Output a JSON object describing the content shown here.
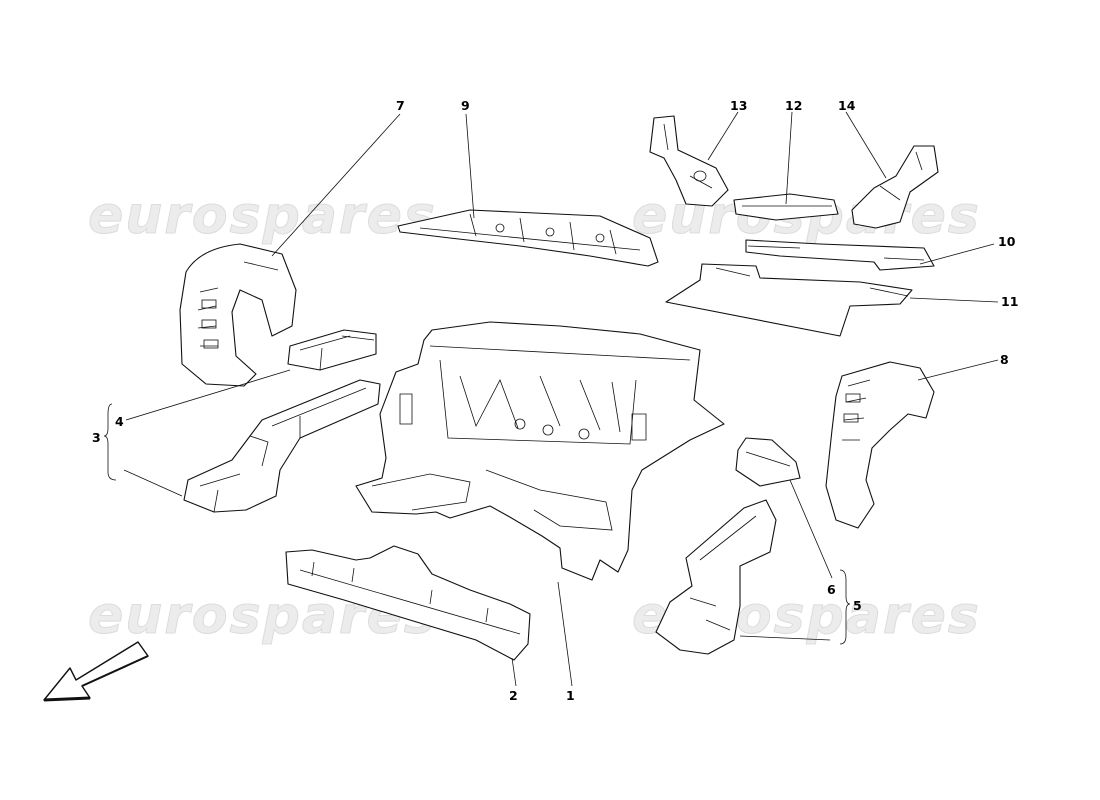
{
  "watermark": {
    "text": "eurospares"
  },
  "callouts": [
    {
      "id": "1",
      "label": "1"
    },
    {
      "id": "2",
      "label": "2"
    },
    {
      "id": "3",
      "label": "3"
    },
    {
      "id": "4",
      "label": "4"
    },
    {
      "id": "5",
      "label": "5"
    },
    {
      "id": "6",
      "label": "6"
    },
    {
      "id": "7",
      "label": "7"
    },
    {
      "id": "8",
      "label": "8"
    },
    {
      "id": "9",
      "label": "9"
    },
    {
      "id": "10",
      "label": "10"
    },
    {
      "id": "11",
      "label": "11"
    },
    {
      "id": "12",
      "label": "12"
    },
    {
      "id": "13",
      "label": "13"
    },
    {
      "id": "14",
      "label": "14"
    }
  ],
  "direction_arrow": {
    "icon": "front-direction-arrow-icon"
  }
}
